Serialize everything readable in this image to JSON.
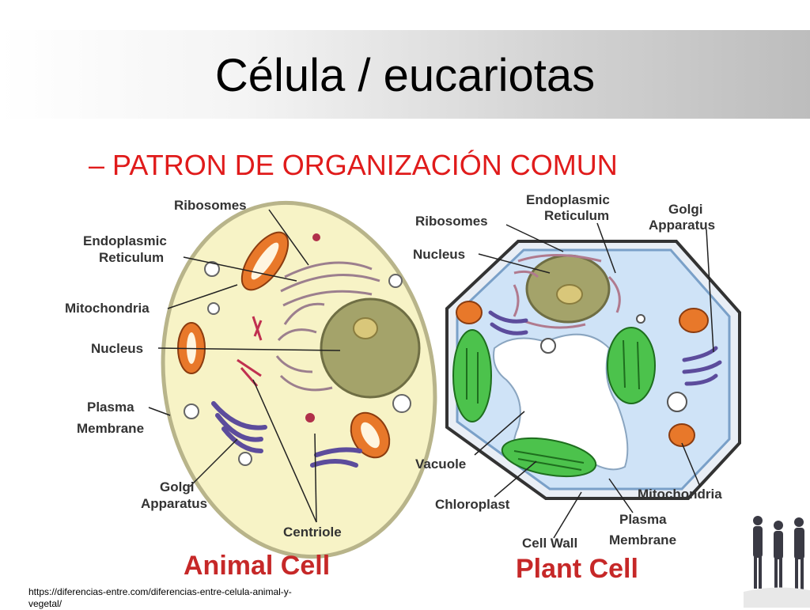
{
  "slide": {
    "title": "Célula / eucariotas",
    "subtitle": "– PATRON DE ORGANIZACIÓN COMUN",
    "source": "https://diferencias-entre.com/diferencias-entre-celula-animal-y-vegetal/"
  },
  "animal_cell": {
    "caption": "Animal Cell",
    "labels": {
      "ribosomes": "Ribosomes",
      "er_line1": "Endoplasmic",
      "er_line2": "Reticulum",
      "mitochondria": "Mitochondria",
      "nucleus": "Nucleus",
      "plasma_line1": "Plasma",
      "plasma_line2": "Membrane",
      "golgi_line1": "Golgi",
      "golgi_line2": "Apparatus",
      "centriole": "Centriole"
    }
  },
  "plant_cell": {
    "caption": "Plant Cell",
    "labels": {
      "er_line1": "Endoplasmic",
      "er_line2": "Reticulum",
      "golgi_line1": "Golgi",
      "golgi_line2": "Apparatus",
      "ribosomes": "Ribosomes",
      "nucleus": "Nucleus",
      "vacuole": "Vacuole",
      "chloroplast": "Chloroplast",
      "cell_wall": "Cell Wall",
      "mitochondria": "Mitochondria",
      "plasma_line1": "Plasma",
      "plasma_line2": "Membrane"
    }
  },
  "colors": {
    "title_text": "#000000",
    "subtitle_text": "#e01b1b",
    "caption_text": "#c62828",
    "animal_cytoplasm": "#f7f3c6",
    "plant_cytoplasm": "#cfe3f7",
    "nucleus": "#a4a36a",
    "mitochondria": "#e8782a",
    "golgi": "#5c4c9c",
    "chloroplast": "#4cc24c"
  }
}
